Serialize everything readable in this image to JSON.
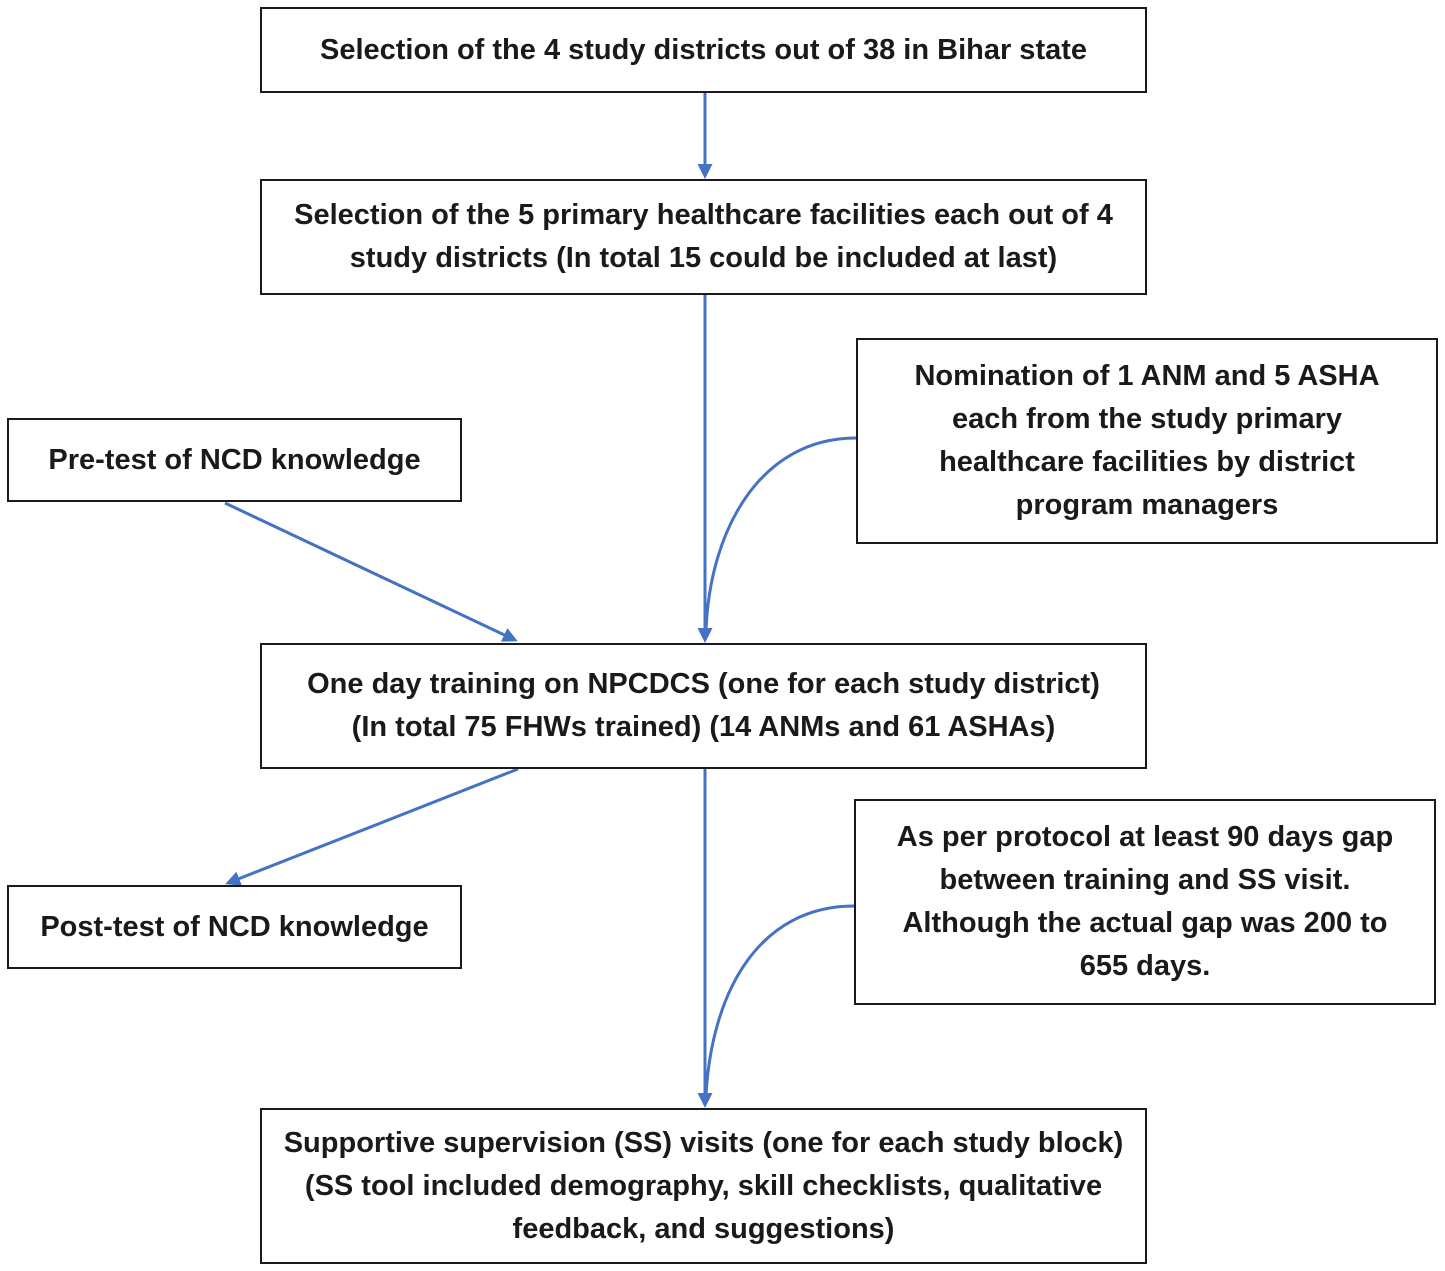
{
  "boxes": {
    "district_selection": [
      "Selection of the 4 study districts out of 38 in Bihar state"
    ],
    "facility_selection": [
      "Selection of the 5 primary healthcare facilities each out of 4",
      "study districts (In total 15 could be included at last)"
    ],
    "nomination": [
      "Nomination of 1 ANM and 5 ASHA",
      "each from the study primary",
      "healthcare facilities by district",
      "program managers"
    ],
    "pre_test": [
      "Pre-test of NCD knowledge"
    ],
    "training": [
      "One day training on NPCDCS (one for each study district)",
      "(In total 75 FHWs trained) (14 ANMs and 61 ASHAs)"
    ],
    "gap_note": [
      "As per protocol at least 90 days gap",
      "between training and SS visit.",
      "Although the actual gap was 200 to",
      "655 days."
    ],
    "post_test": [
      "Post-test of NCD knowledge"
    ],
    "supervision": [
      "Supportive supervision (SS) visits (one for each study block)",
      "(SS tool included demography, skill checklists, qualitative",
      "feedback, and suggestions)"
    ]
  },
  "colors": {
    "arrow": "#4472c4",
    "border": "#1a1a1a",
    "text": "#1a1a1a"
  }
}
